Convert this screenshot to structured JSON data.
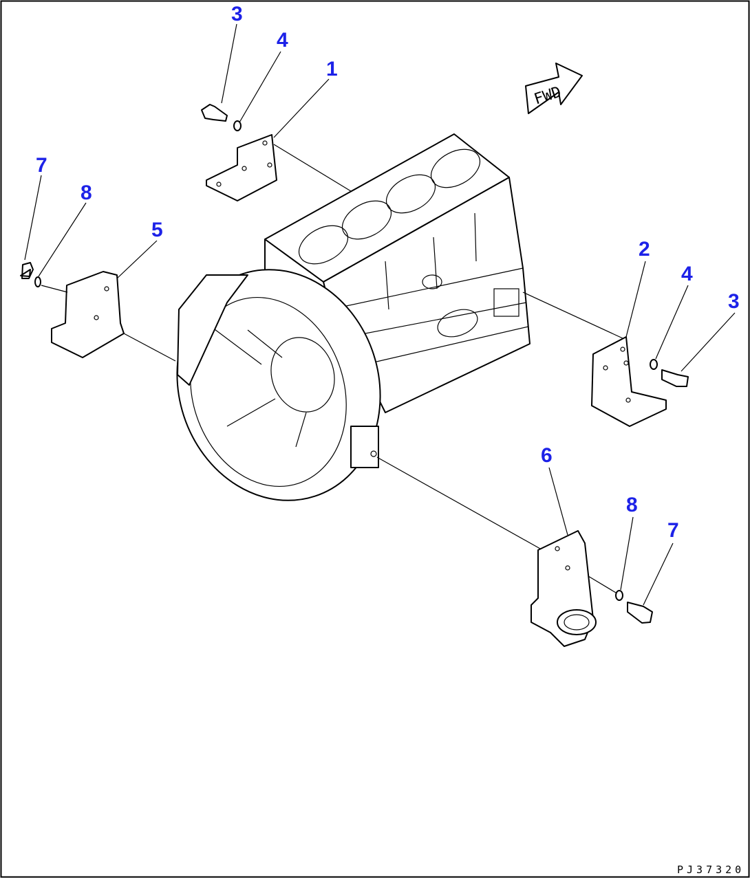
{
  "drawing_code": "PJ37320",
  "fwd_arrow_label": "FWD",
  "callouts": {
    "bracket_1": "1",
    "bracket_2": "2",
    "bolt_3_top": "3",
    "bolt_3_right": "3",
    "washer_4_top": "4",
    "washer_4_right": "4",
    "mount_5": "5",
    "mount_6": "6",
    "bolt_7_left": "7",
    "bolt_7_right": "7",
    "washer_8_left": "8",
    "washer_8_right": "8"
  },
  "colors": {
    "callout": "#1d22e8",
    "line": "#000000",
    "background": "#ffffff"
  }
}
